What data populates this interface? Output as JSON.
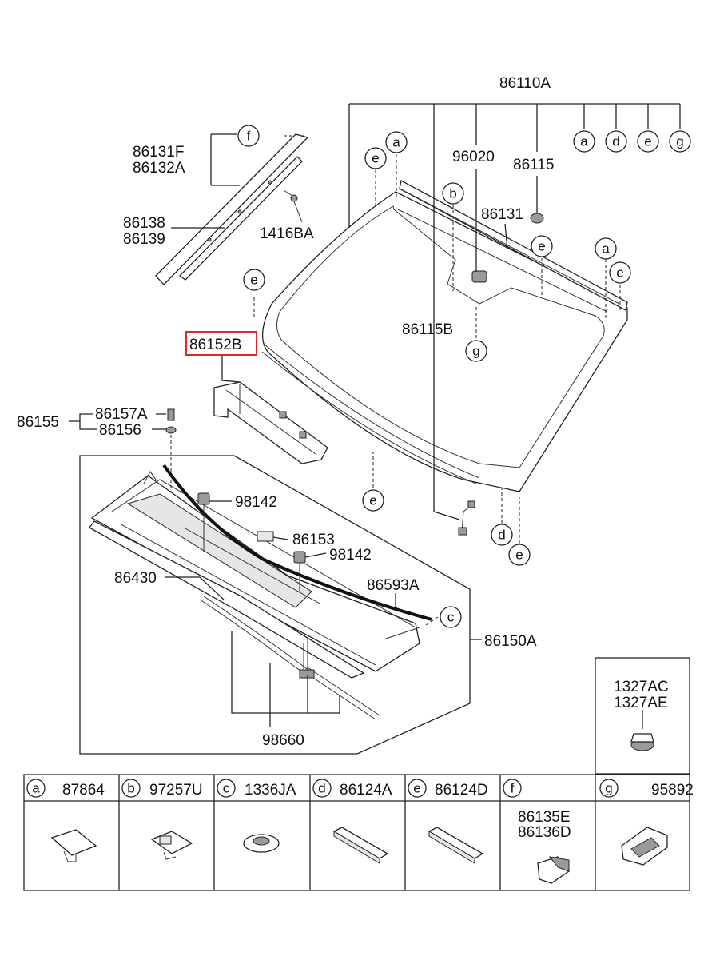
{
  "labels": {
    "p86110A": "86110A",
    "p96020": "96020",
    "p86115": "86115",
    "p86131": "86131",
    "p86115B": "86115B",
    "p86131F": "86131F",
    "p86132A": "86132A",
    "p86138": "86138",
    "p86139": "86139",
    "p1416BA": "1416BA",
    "p86152B": "86152B",
    "p86155": "86155",
    "p86157A": "86157A",
    "p86156": "86156",
    "p98142a": "98142",
    "p86153": "86153",
    "p98142b": "98142",
    "p86430": "86430",
    "p86593A": "86593A",
    "p86150A": "86150A",
    "p98660": "98660",
    "p1327AC": "1327AC",
    "p1327AE": "1327AE"
  },
  "callouts": {
    "a": "a",
    "b": "b",
    "c": "c",
    "d": "d",
    "e": "e",
    "f": "f",
    "g": "g"
  },
  "legend": [
    {
      "letter": "a",
      "part": "87864"
    },
    {
      "letter": "b",
      "part": "97257U"
    },
    {
      "letter": "c",
      "part": "1336JA"
    },
    {
      "letter": "d",
      "part": "86124A"
    },
    {
      "letter": "e",
      "part": "86124D"
    },
    {
      "letter": "f",
      "part": "",
      "part_line1": "86135E",
      "part_line2": "86136D"
    },
    {
      "letter": "g",
      "part": "95892"
    }
  ],
  "highlight_color": "#e0262b"
}
